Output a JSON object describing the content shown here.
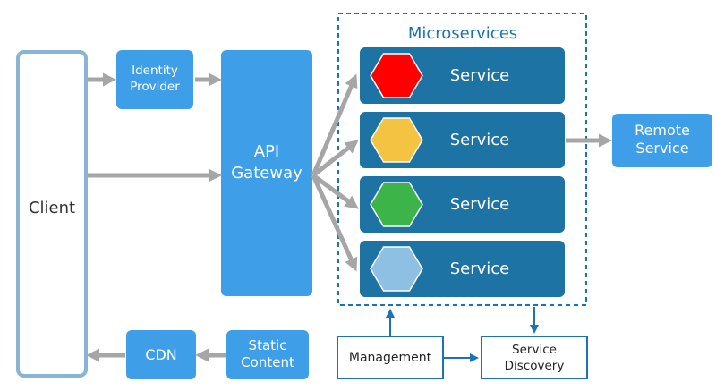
{
  "client": {
    "label": "Client"
  },
  "identity_provider": {
    "line1": "Identity",
    "line2": "Provider"
  },
  "api_gateway": {
    "line1": "API",
    "line2": "Gateway"
  },
  "microservices": {
    "title": "Microservices",
    "services": [
      {
        "label": "Service",
        "hex_color": "#ff0000"
      },
      {
        "label": "Service",
        "hex_color": "#f5c342"
      },
      {
        "label": "Service",
        "hex_color": "#3cb44a"
      },
      {
        "label": "Service",
        "hex_color": "#8ec0e4"
      }
    ]
  },
  "remote_service": {
    "line1": "Remote",
    "line2": "Service"
  },
  "cdn": {
    "label": "CDN"
  },
  "static_content": {
    "line1": "Static",
    "line2": "Content"
  },
  "management": {
    "label": "Management"
  },
  "service_discovery": {
    "line1": "Service",
    "line2": "Discovery"
  },
  "colors": {
    "box_blue": "#3e9fe8",
    "service_blue": "#1c73a4",
    "arrow_gray": "#a6a6a6",
    "outline_blue": "#1a72b8",
    "client_border": "#8ab4d4"
  }
}
